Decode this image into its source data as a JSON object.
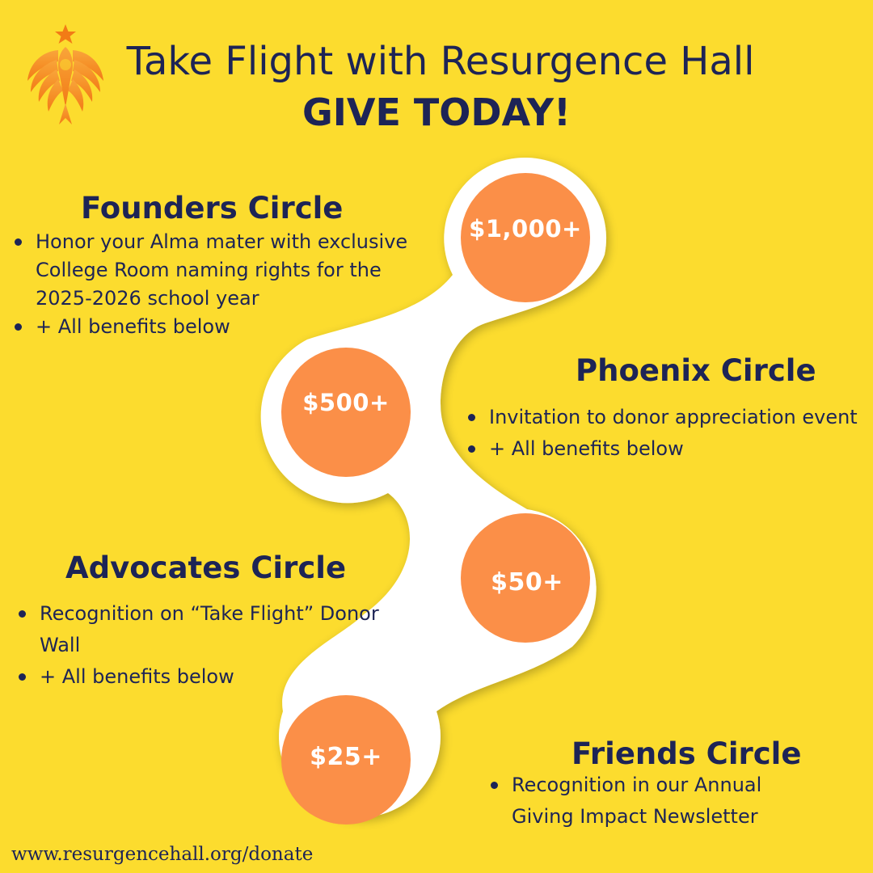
{
  "header": {
    "title": "Take Flight with Resurgence Hall",
    "subtitle": "GIVE TODAY!"
  },
  "colors": {
    "background": "#fcdc2e",
    "text": "#1d2456",
    "circle": "#fb8f48",
    "path": "#ffffff",
    "logo": "#f68a1f"
  },
  "logo": {
    "icon": "phoenix-logo-icon"
  },
  "tiers": [
    {
      "amount": "$1,000+",
      "heading": "Founders Circle",
      "benefits": [
        "Honor your Alma mater with exclusive College Room naming rights for the 2025-2026 school year",
        "+ All benefits below"
      ]
    },
    {
      "amount": "$500+",
      "heading": "Phoenix Circle",
      "benefits": [
        "Invitation to donor appreciation event",
        "+ All benefits below"
      ]
    },
    {
      "amount": "$50+",
      "heading": "Advocates Circle",
      "benefits": [
        "Recognition on “Take Flight” Donor Wall",
        "+ All benefits below"
      ]
    },
    {
      "amount": "$25+",
      "heading": "Friends Circle",
      "benefits": [
        "Recognition in our Annual Giving  Impact  Newsletter"
      ]
    }
  ],
  "footer": {
    "url": "www.resurgencehall.org/donate"
  }
}
